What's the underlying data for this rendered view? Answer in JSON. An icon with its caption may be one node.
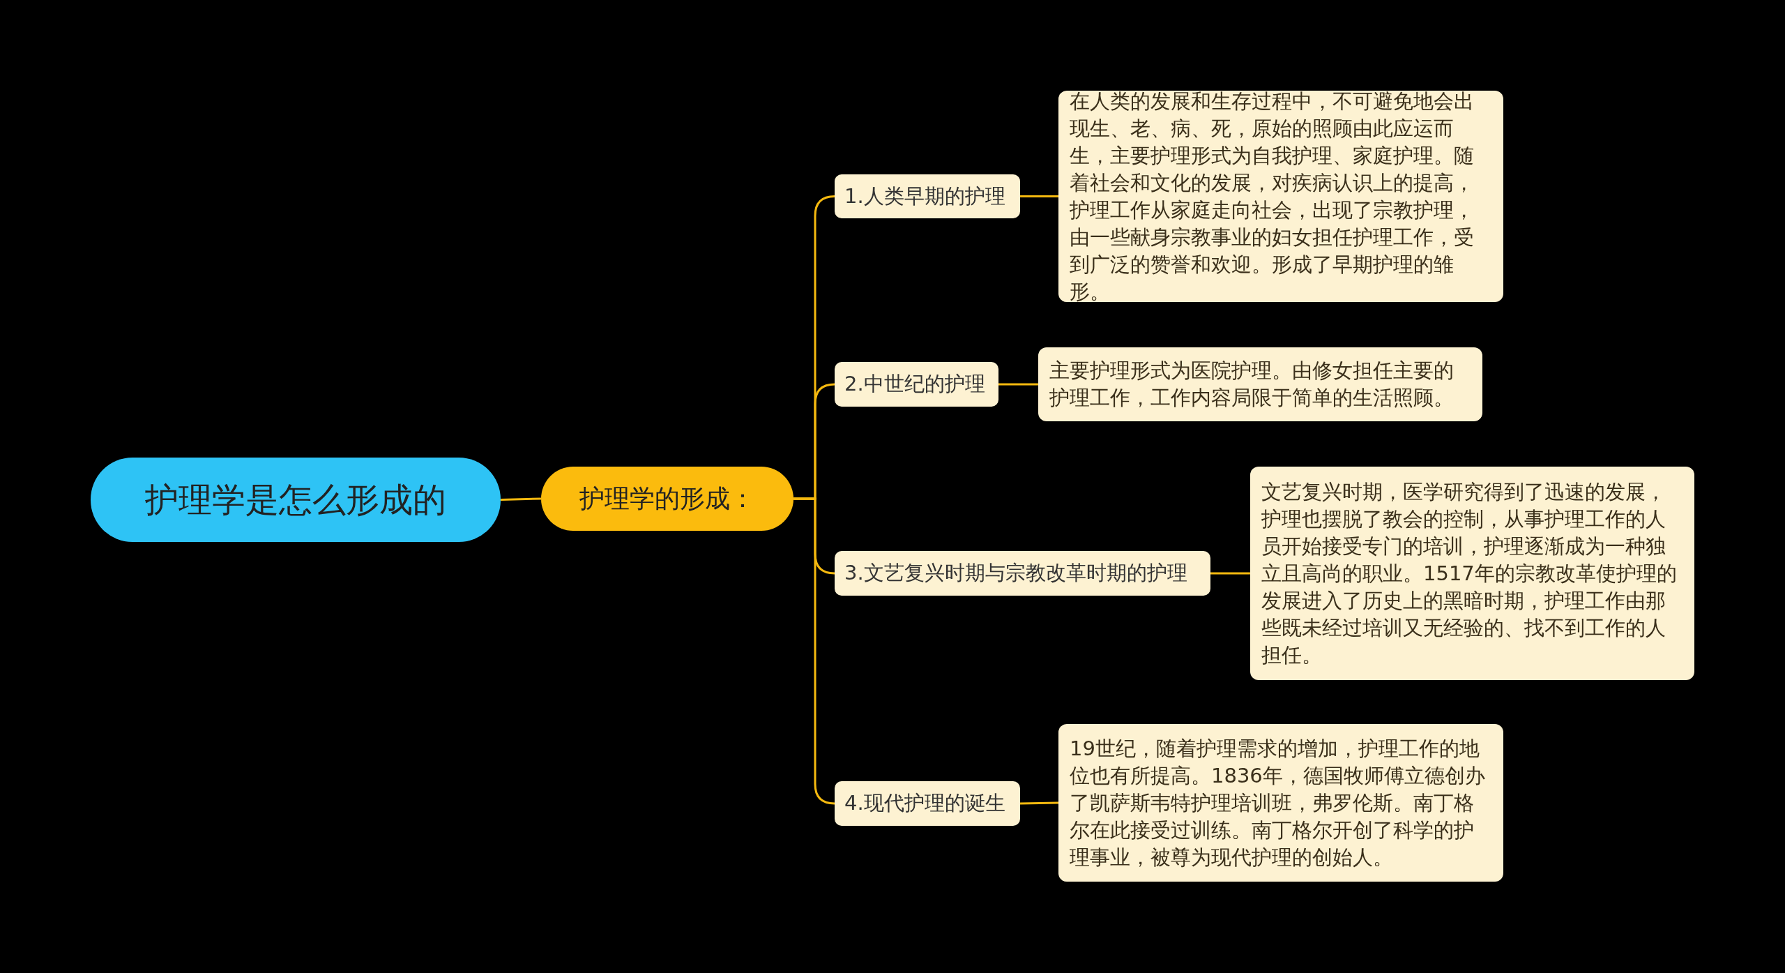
{
  "diagram": {
    "nodes": [
      {
        "text": [
          "护理学是怎么形成的"
        ]
      },
      {
        "text": [
          "护理学的形成："
        ]
      },
      {
        "text": [
          "1.人类早期的护理"
        ]
      },
      {
        "text": [
          "在人类的发展和生存过程中，不可避免地会出现生、老、病、死，原始的照顾由此应运而生，主要护理形式为自我护理、家庭护理。随着社会和文化的发展，对疾病认识上的提高，护理工作从家庭走向社会，出现了宗教护理，由一些献身宗教事业的妇女担任护理工作，受到广泛的赞誉和欢迎。形成了早期护理的雏形。"
        ]
      },
      {
        "text": [
          "2.中世纪的护理"
        ]
      },
      {
        "text": [
          "主要护理形式为医院护理。由修女担任主要的护理工作，工作内容局限于简单的生活照顾。"
        ]
      },
      {
        "text": [
          "3.文艺复兴时期与宗教改革时期的护理"
        ]
      },
      {
        "text": [
          "文艺复兴时期，医学研究得到了迅速的发展，护理也摆脱了教会的控制，从事护理工作的人员开始接受专门的培训，护理逐渐成为一种独立且高尚的职业。1517年的宗教改革使护理的发展进入了历史上的黑暗时期，护理工作由那些既未经过培训又无经验的、找不到工作的人担任。"
        ]
      },
      {
        "text": [
          "4.现代护理的诞生"
        ]
      },
      {
        "text": [
          "19世纪，随着护理需求的增加，护理工作的地位也有所提高。1836年，德国牧师傅立德创办了凯萨斯韦特护理培训班，弗罗伦斯。南丁格尔在此接受过训练。南丁格尔开创了科学的护理事业，被尊为现代护理的创始人。"
        ]
      }
    ],
    "edges": [
      {
        "from": 0,
        "to": 1,
        "arrow": "none"
      },
      {
        "from": 1,
        "to": 2,
        "arrow": "none"
      },
      {
        "from": 1,
        "to": 4,
        "arrow": "none"
      },
      {
        "from": 1,
        "to": 6,
        "arrow": "none"
      },
      {
        "from": 1,
        "to": 8,
        "arrow": "none"
      },
      {
        "from": 2,
        "to": 3,
        "arrow": "none"
      },
      {
        "from": 4,
        "to": 5,
        "arrow": "none"
      },
      {
        "from": 6,
        "to": 7,
        "arrow": "none"
      },
      {
        "from": 8,
        "to": 9,
        "arrow": "none"
      }
    ]
  }
}
